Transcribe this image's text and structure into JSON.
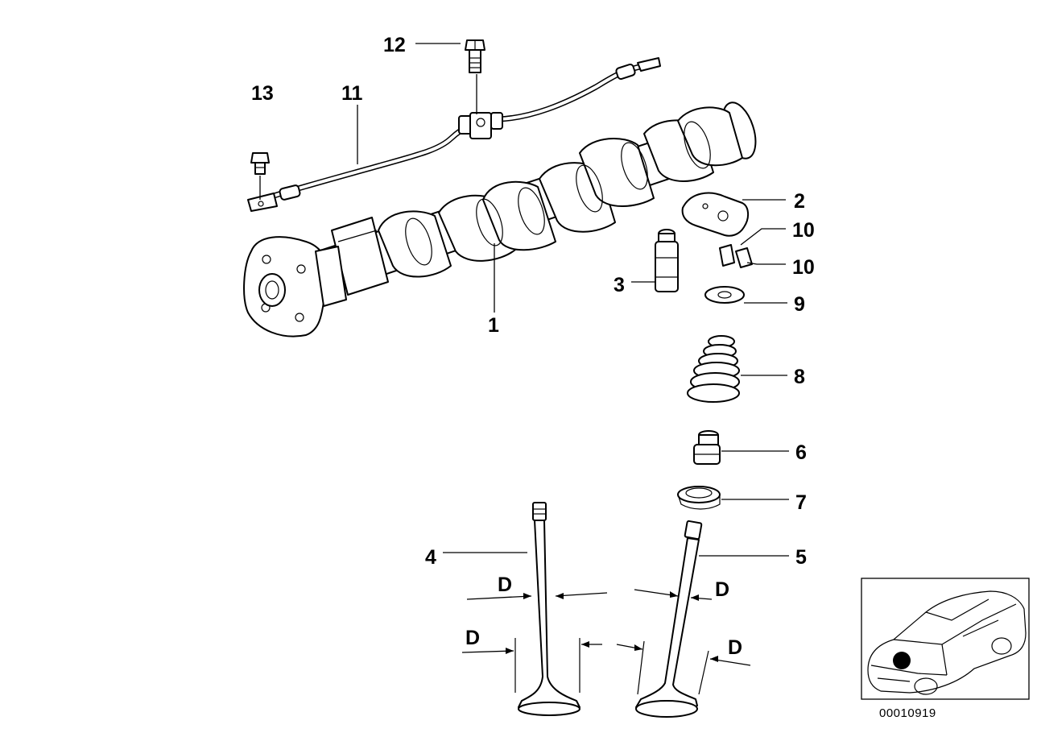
{
  "diagram": {
    "callouts": {
      "c1": "1",
      "c2": "2",
      "c3": "3",
      "c4": "4",
      "c5": "5",
      "c6": "6",
      "c7": "7",
      "c8": "8",
      "c9": "9",
      "c10a": "10",
      "c10b": "10",
      "c11": "11",
      "c12": "12",
      "c13": "13"
    },
    "dimension_label": "D",
    "reference_code": "00010919"
  }
}
